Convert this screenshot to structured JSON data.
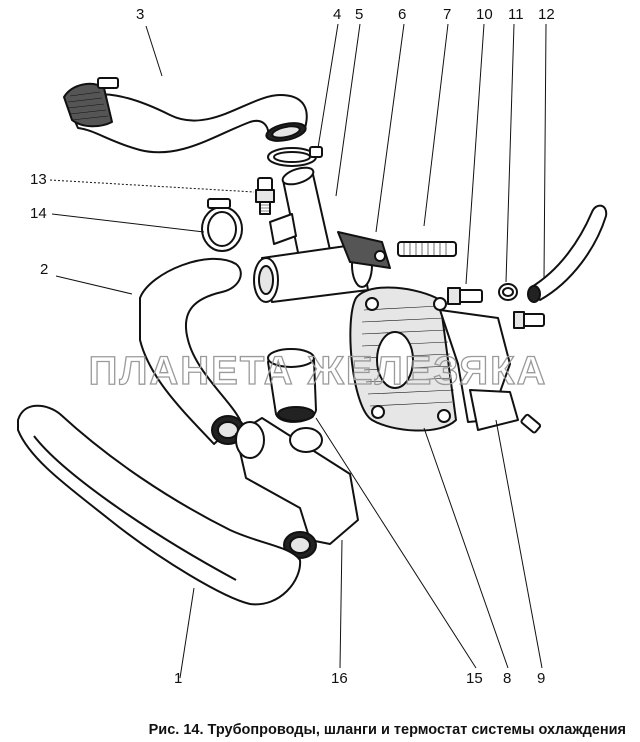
{
  "callouts": [
    {
      "id": "1",
      "label": "1"
    },
    {
      "id": "2",
      "label": "2"
    },
    {
      "id": "3",
      "label": "3"
    },
    {
      "id": "4",
      "label": "4"
    },
    {
      "id": "5",
      "label": "5"
    },
    {
      "id": "6",
      "label": "6"
    },
    {
      "id": "7",
      "label": "7"
    },
    {
      "id": "8",
      "label": "8"
    },
    {
      "id": "9",
      "label": "9"
    },
    {
      "id": "10",
      "label": "10"
    },
    {
      "id": "11",
      "label": "11"
    },
    {
      "id": "12",
      "label": "12"
    },
    {
      "id": "13",
      "label": "13"
    },
    {
      "id": "14",
      "label": "14"
    },
    {
      "id": "15",
      "label": "15"
    },
    {
      "id": "16",
      "label": "16"
    }
  ],
  "watermark": "ПЛАНЕТА ЖЕЛЕЗЯКА",
  "caption": "Рис. 14. Трубопроводы, шланги и термостат системы охлаждения"
}
